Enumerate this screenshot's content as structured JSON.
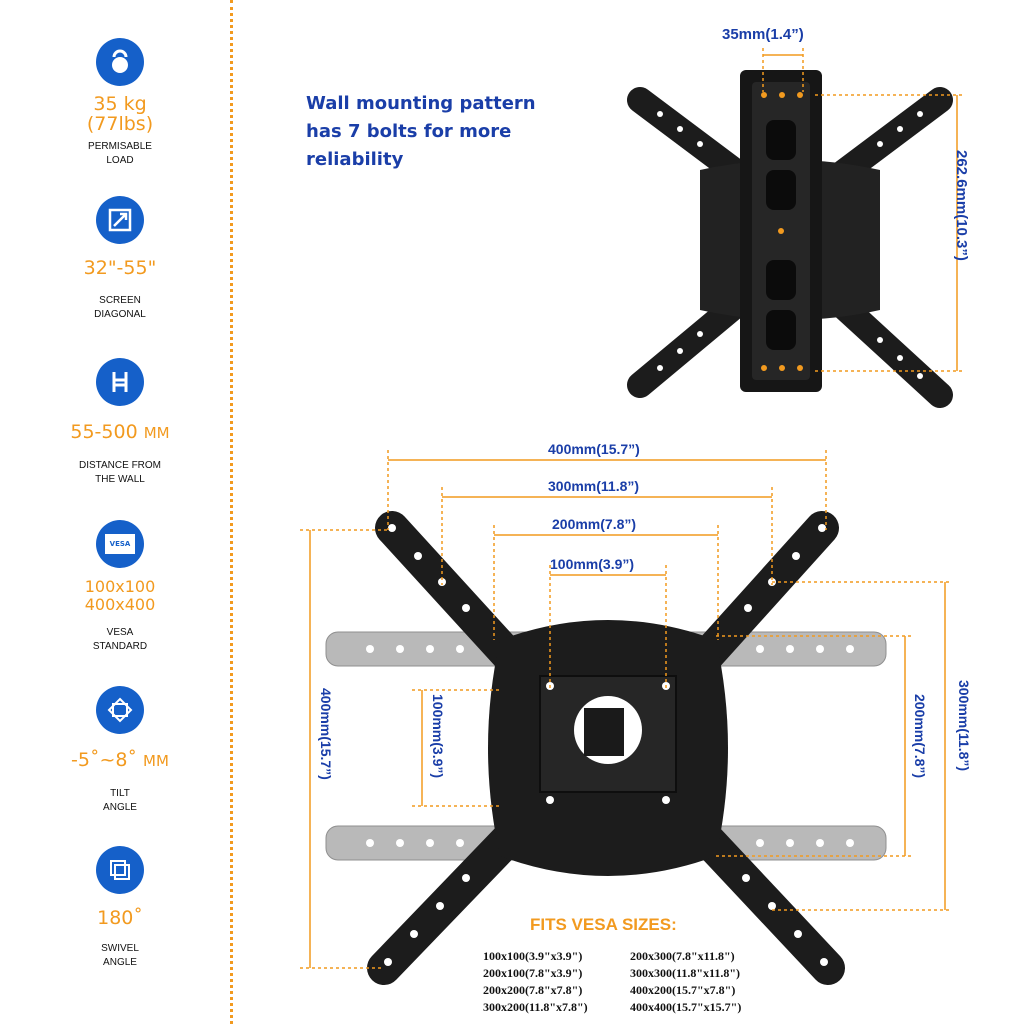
{
  "specs": [
    {
      "icon": "kettlebell-icon",
      "value_line1": "35 kg",
      "value_line2": "(77lbs)",
      "label_line1": "PERMISABLE",
      "label_line2": "LOAD"
    },
    {
      "icon": "diagonal-arrow-icon",
      "value_line1": "32\"-55\"",
      "value_line2": "",
      "label_line1": "SCREEN",
      "label_line2": "DIAGONAL"
    },
    {
      "icon": "wall-distance-icon",
      "value_line1": "55-500 ",
      "value_unit": "MM",
      "value_line2": "",
      "label_line1": "DISTANCE FROM",
      "label_line2": "THE WALL"
    },
    {
      "icon": "vesa-icon",
      "icon_text": "VESA",
      "value_line1": "100x100",
      "value_line2": "400x400",
      "label_line1": "VESA",
      "label_line2": "STANDARD"
    },
    {
      "icon": "tilt-icon",
      "value_line1": "-5˚~8˚ ",
      "value_unit": "MM",
      "value_line2": "",
      "label_line1": "TILT",
      "label_line2": "ANGLE"
    },
    {
      "icon": "swivel-icon",
      "value_line1": "180˚",
      "value_line2": "",
      "label_line1": "SWIVEL",
      "label_line2": "ANGLE"
    }
  ],
  "headline": {
    "line1": "Wall mounting pattern",
    "line2": "has 7 bolts for more",
    "line3": "reliability"
  },
  "wall_plate": {
    "width_label": "35mm(1.4”)",
    "height_label": "262.6mm(10.3”)"
  },
  "tv_bracket": {
    "width_400": "400mm(15.7”)",
    "width_300": "300mm(11.8”)",
    "width_200": "200mm(7.8”)",
    "width_100": "100mm(3.9”)",
    "height_400": "400mm(15.7”)",
    "height_100": "100mm(3.9”)",
    "height_200": "200mm(7.8”)",
    "height_300": "300mm(11.8”)"
  },
  "vesa_sizes": {
    "title": "FITS VESA SIZES:",
    "col1": [
      "100x100(3.9\"x3.9\")",
      "200x100(7.8\"x3.9\")",
      "200x200(7.8\"x7.8\")",
      "300x200(11.8\"x7.8\")"
    ],
    "col2": [
      "200x300(7.8\"x11.8\")",
      "300x300(11.8\"x11.8\")",
      "400x200(15.7\"x7.8\")",
      "400x400(15.7\"x15.7\")"
    ]
  },
  "colors": {
    "accent_orange": "#f29a1f",
    "label_blue": "#1a3ea8",
    "icon_blue": "#1560c9",
    "metal_dark": "#1c1c1c",
    "metal_grey": "#b9b9b9"
  }
}
